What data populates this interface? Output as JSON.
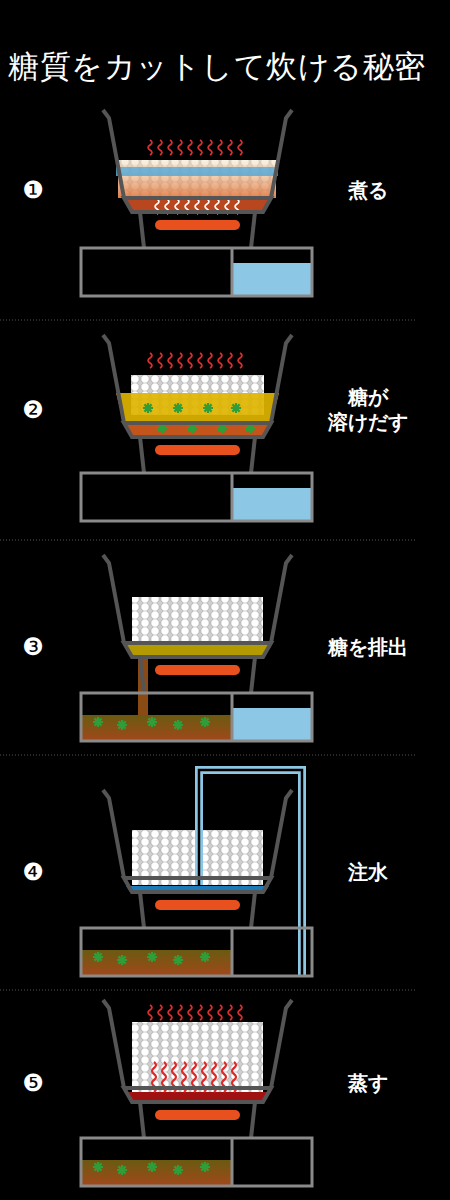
{
  "diagram": {
    "title": "糖質をカットして炊ける秘密",
    "labels": [
      "❶",
      "煮る",
      "❷",
      "糖が 溶けだす",
      "❸",
      "糖を排出",
      "❹",
      "注水",
      "❺",
      "蒸す"
    ]
  }
}
